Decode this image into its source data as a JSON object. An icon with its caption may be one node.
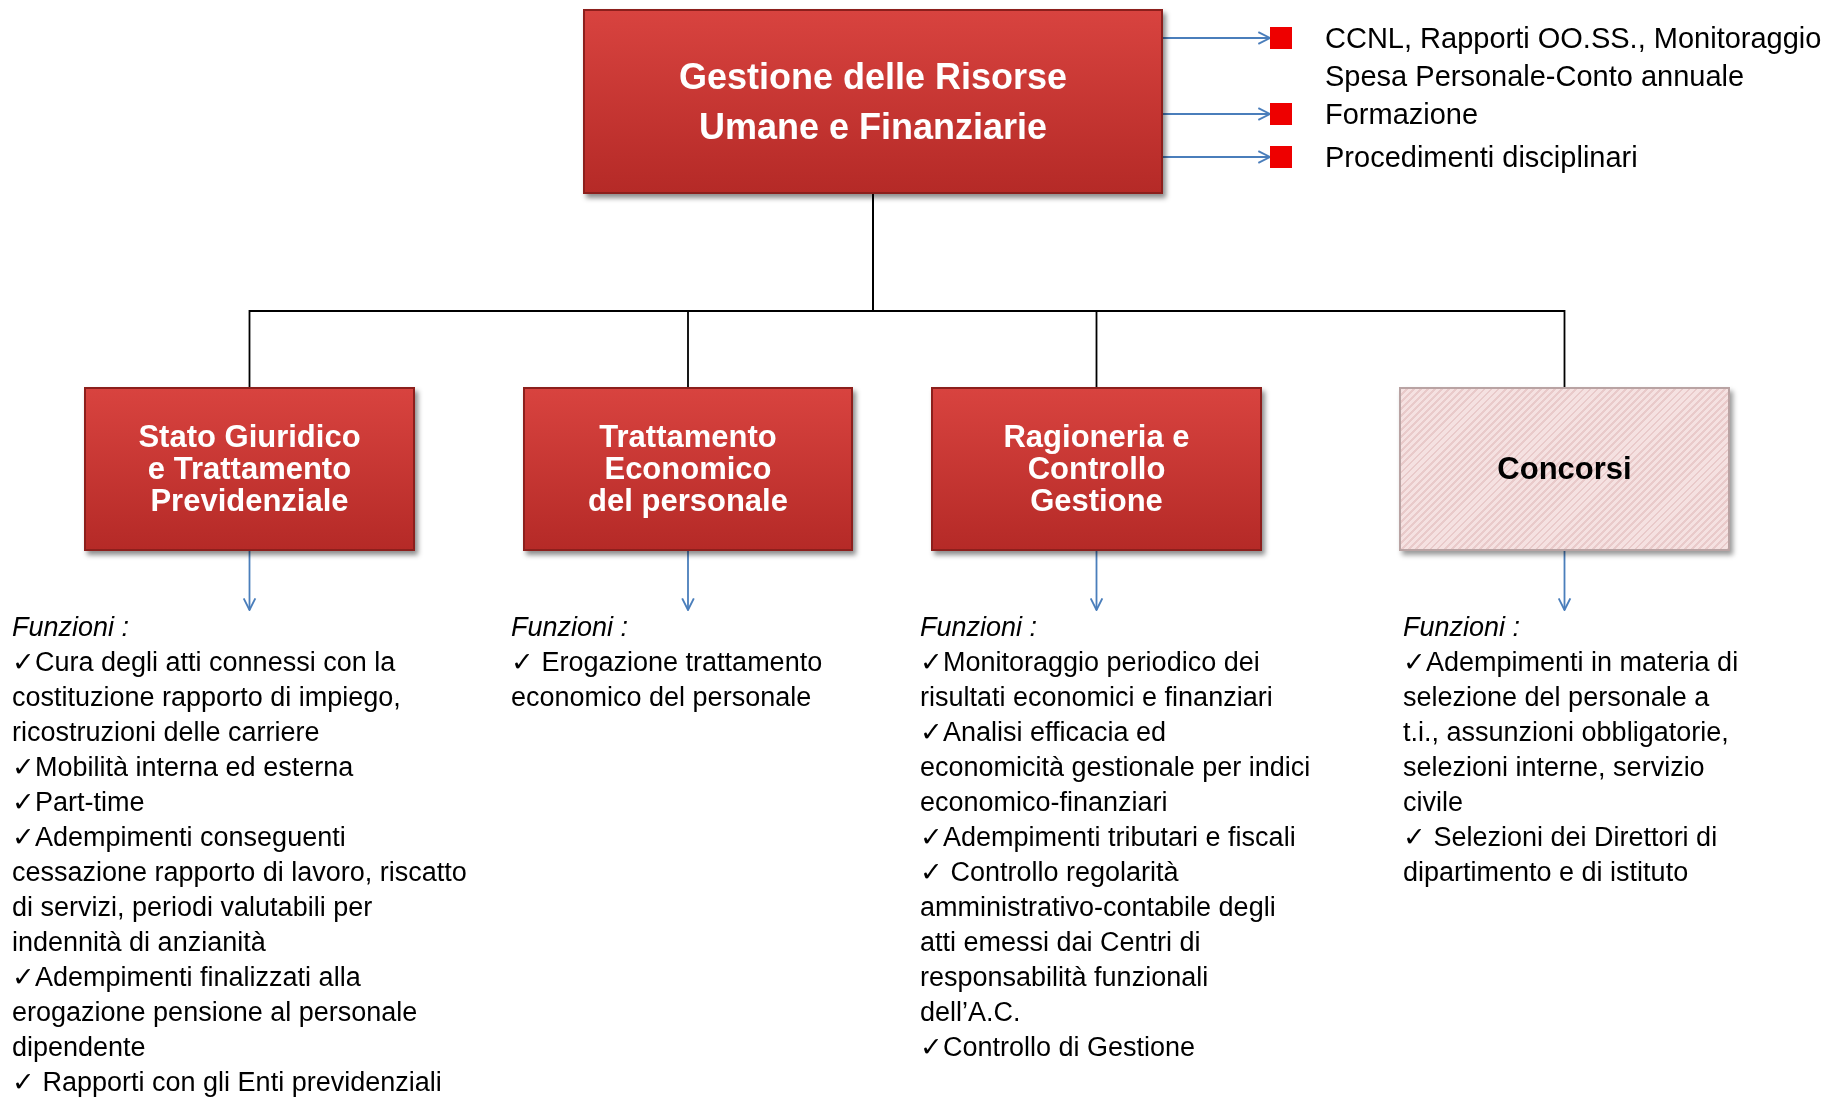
{
  "diagram": {
    "nodes": [
      {
        "text": [
          "Gestione delle Risorse Umane e Finanziarie"
        ]
      },
      {
        "text": [
          "Stato Giuridico e Trattamento Previdenziale"
        ]
      },
      {
        "text": [
          "Trattamento Economico del personale"
        ]
      },
      {
        "text": [
          "Ragioneria e Controllo Gestione"
        ]
      },
      {
        "text": [
          "Concorsi"
        ]
      },
      {
        "text": [
          "CCNL, Rapporti OO.SS., Monitoraggio Spesa Personale-Conto annuale"
        ]
      },
      {
        "text": [
          "Formazione"
        ]
      },
      {
        "text": [
          "Procedimenti disciplinari"
        ]
      },
      {
        "text": [
          "Funzioni :",
          "✓Cura degli atti connessi con la costituzione rapporto di impiego, ricostruzioni delle carriere",
          "✓Mobilità interna ed esterna",
          "✓Part-time",
          "✓Adempimenti  conseguenti cessazione rapporto di lavoro, riscatto di servizi, periodi valutabili per indennità di anzianità",
          "✓Adempimenti finalizzati alla erogazione pensione al personale dipendente",
          "✓ Rapporti con gli Enti previdenziali"
        ]
      },
      {
        "text": [
          "Funzioni :",
          "✓ Erogazione trattamento economico del personale"
        ]
      },
      {
        "text": [
          "Funzioni :",
          "✓Monitoraggio periodico dei risultati economici e finanziari",
          "✓Analisi efficacia ed economicità gestionale per indici economico-finanziari",
          "✓Adempimenti tributari e fiscali",
          "✓ Controllo regolarità amministrativo-contabile degli atti emessi dai Centri di responsabilità funzionali dell’A.C.",
          "✓Controllo di Gestione"
        ]
      },
      {
        "text": [
          "Funzioni :",
          "✓Adempimenti in materia di selezione del personale a t.i., assunzioni obbligatorie,  selezioni interne,  servizio civile",
          "✓ Selezioni dei Direttori di dipartimento e di istituto"
        ]
      }
    ],
    "edges": [
      {
        "from": 0,
        "to": 1,
        "arrow": "none",
        "color": "#000000"
      },
      {
        "from": 0,
        "to": 2,
        "arrow": "none",
        "color": "#000000"
      },
      {
        "from": 0,
        "to": 3,
        "arrow": "none",
        "color": "#000000"
      },
      {
        "from": 0,
        "to": 4,
        "arrow": "none",
        "color": "#000000"
      },
      {
        "from": 0,
        "to": 5,
        "arrow": "to"
      },
      {
        "from": 0,
        "to": 6,
        "arrow": "to"
      },
      {
        "from": 0,
        "to": 7,
        "arrow": "to"
      },
      {
        "from": 1,
        "to": 8,
        "arrow": "to"
      },
      {
        "from": 2,
        "to": 9,
        "arrow": "to"
      },
      {
        "from": 3,
        "to": 10,
        "arrow": "to"
      },
      {
        "from": 4,
        "to": 11,
        "arrow": "to"
      }
    ]
  }
}
